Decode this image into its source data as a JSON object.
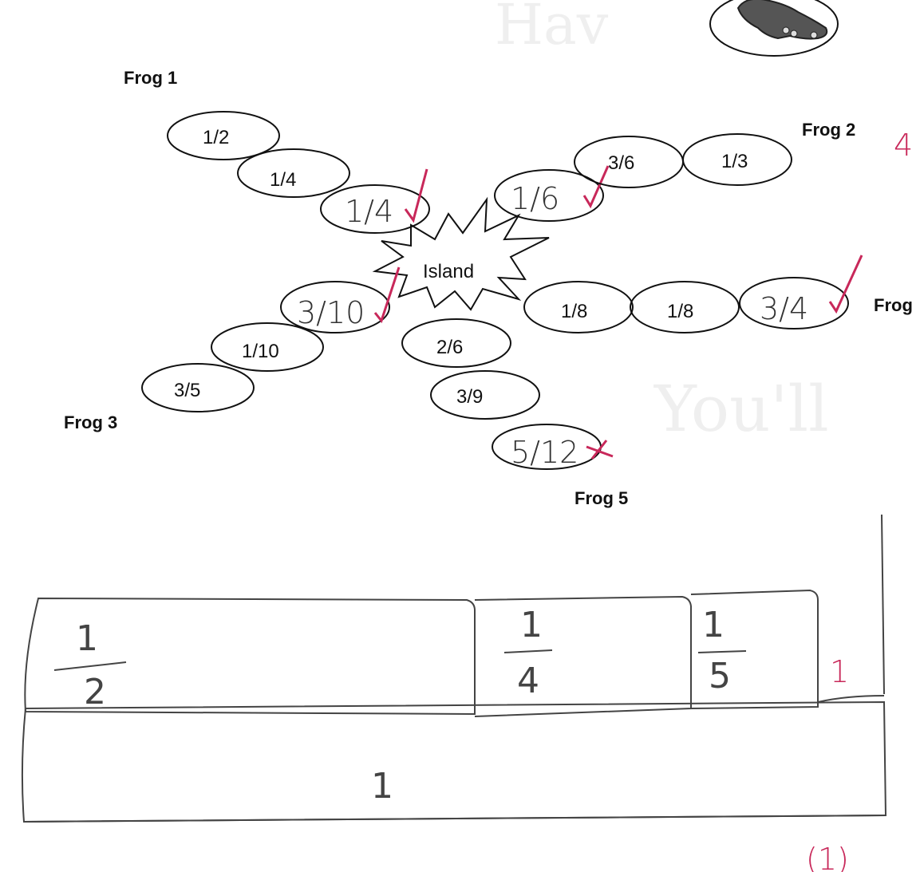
{
  "colors": {
    "ink": "#111111",
    "pencil": "#444444",
    "red_pen": "#c8285a",
    "paper": "#ffffff"
  },
  "island_label": "Island",
  "frogs": {
    "frog1": {
      "label": "Frog 1",
      "pads": [
        "1/2",
        "1/4",
        "1/4"
      ]
    },
    "frog2": {
      "label": "Frog 2",
      "pads": [
        "1/6",
        "3/6",
        "1/3"
      ]
    },
    "frog3": {
      "label": "Frog 3",
      "pads": [
        "3/10",
        "1/10",
        "3/5"
      ]
    },
    "frog4": {
      "label": "Frog",
      "pads": [
        "1/8",
        "1/8",
        "3/4"
      ]
    },
    "frog5": {
      "label": "Frog 5",
      "pads": [
        "2/6",
        "3/9",
        "5/12"
      ]
    }
  },
  "marks": {
    "frog2_score": "4",
    "bar_score": "1",
    "bottom_score": "(1)"
  },
  "fraction_bars": {
    "top_row": [
      {
        "numerator": "1",
        "denominator": "2"
      },
      {
        "numerator": "1",
        "denominator": "4"
      },
      {
        "numerator": "1",
        "denominator": "5"
      }
    ],
    "bottom_row_label": "1"
  },
  "icons": [
    "frog-illustration-icon",
    "check-mark-icon",
    "x-mark-icon"
  ]
}
